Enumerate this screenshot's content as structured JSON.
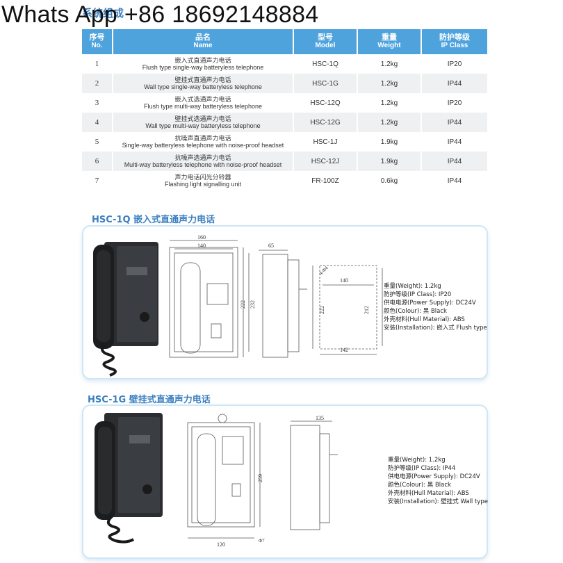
{
  "watermark": "Whats App +86 18692148884",
  "top_title": "系统组成",
  "table": {
    "headers": [
      {
        "zh": "序号",
        "en": "No."
      },
      {
        "zh": "品名",
        "en": "Name"
      },
      {
        "zh": "型号",
        "en": "Model"
      },
      {
        "zh": "重量",
        "en": "Weight"
      },
      {
        "zh": "防护等级",
        "en": "IP Class"
      }
    ],
    "rows": [
      {
        "no": "1",
        "zh": "嵌入式直通声力电话",
        "en": "Flush type single-way batteryless telephone",
        "model": "HSC-1Q",
        "weight": "1.2kg",
        "ip": "IP20"
      },
      {
        "no": "2",
        "zh": "壁挂式直通声力电话",
        "en": "Wall type single-way batteryless telephone",
        "model": "HSC-1G",
        "weight": "1.2kg",
        "ip": "IP44"
      },
      {
        "no": "3",
        "zh": "嵌入式选通声力电话",
        "en": "Flush type multi-way batteryless telephone",
        "model": "HSC-12Q",
        "weight": "1.2kg",
        "ip": "IP20"
      },
      {
        "no": "4",
        "zh": "壁挂式选通声力电话",
        "en": "Wall type multi-way batteryless telephone",
        "model": "HSC-12G",
        "weight": "1.2kg",
        "ip": "IP44"
      },
      {
        "no": "5",
        "zh": "抗噪声直通声力电话",
        "en": "Single-way batteryless telephone with noise-proof headset",
        "model": "HSC-1J",
        "weight": "1.9kg",
        "ip": "IP44"
      },
      {
        "no": "6",
        "zh": "抗噪声选通声力电话",
        "en": "Multi-way batteryless telephone with noise-proof headset",
        "model": "HSC-12J",
        "weight": "1.9kg",
        "ip": "IP44"
      },
      {
        "no": "7",
        "zh": "声力电话闪光分铃器",
        "en": "Flashing light signalling unit",
        "model": "FR-100Z",
        "weight": "0.6kg",
        "ip": "IP44"
      }
    ]
  },
  "section1": {
    "heading": "HSC-1Q 嵌入式直通声力电话",
    "dims": {
      "w_outer": "160",
      "w_inner": "140",
      "h_outer": "232",
      "h_inner": "222",
      "depth": "65",
      "cut_w_top": "140",
      "cut_w_bottom": "142",
      "cut_h_left": "222",
      "cut_h_right": "212",
      "hole": "4-Φ4"
    },
    "specs": [
      "重量(Weight): 1.2kg",
      "防护等级(IP Class): IP20",
      "供电电源(Power Supply): DC24V",
      "颜色(Colour): 黑 Black",
      "外壳材料(Hull Material): ABS",
      "安装(Installation): 嵌入式 Flush type"
    ]
  },
  "section2": {
    "heading": "HSC-1G 壁挂式直通声力电话",
    "dims": {
      "height": "259",
      "width_bottom": "120",
      "depth": "135",
      "hole": "Φ7"
    },
    "specs": [
      "重量(Weight): 1.2kg",
      "防护等级(IP Class): IP44",
      "供电电源(Power Supply): DC24V",
      "颜色(Colour): 黑 Black",
      "外壳材料(Hull Material): ABS",
      "安装(Installation): 壁挂式 Wall type"
    ]
  }
}
